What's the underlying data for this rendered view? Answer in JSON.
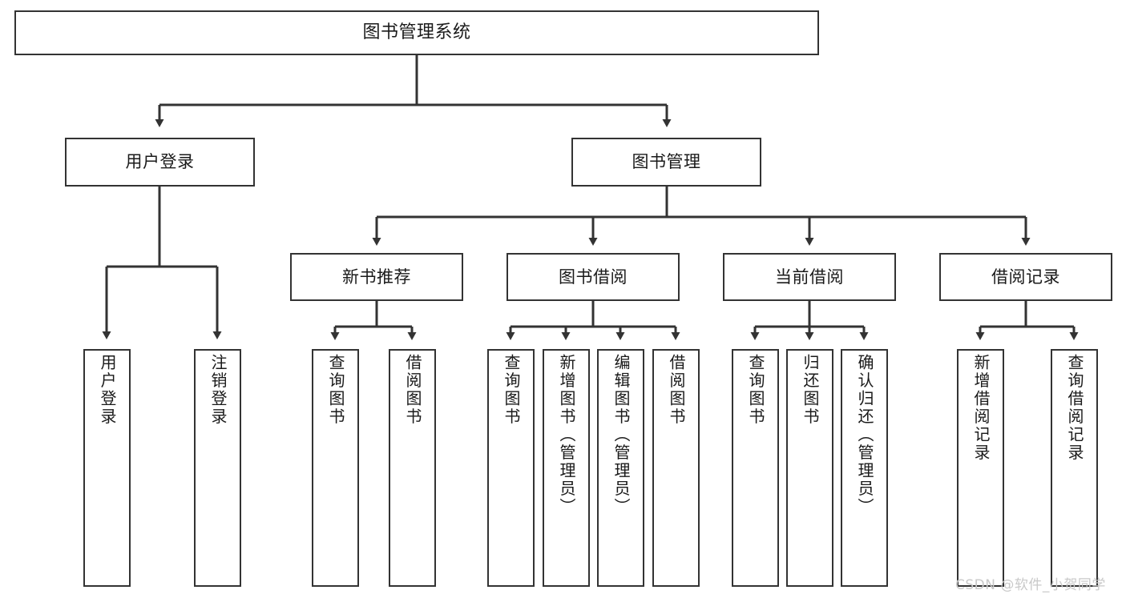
{
  "diagram": {
    "title": "图书管理系统",
    "type": "tree-hierarchy-diagram",
    "colors": {
      "stroke": "#333333",
      "fill": "#ffffff",
      "text": "#1a1a1a",
      "watermark": "#c9c9c9"
    },
    "root": {
      "id": "root",
      "label": "图书管理系统"
    },
    "level2": [
      {
        "id": "user-login",
        "label": "用户登录"
      },
      {
        "id": "book-manage",
        "label": "图书管理"
      }
    ],
    "level3": [
      {
        "id": "new-book-recommend",
        "label": "新书推荐"
      },
      {
        "id": "book-borrow",
        "label": "图书借阅"
      },
      {
        "id": "current-borrow",
        "label": "当前借阅"
      },
      {
        "id": "borrow-record",
        "label": "借阅记录"
      }
    ],
    "leaves": {
      "user_login": [
        {
          "id": "leaf-user-login",
          "label": "用户登录"
        },
        {
          "id": "leaf-logout-login",
          "label": "注销登录"
        }
      ],
      "new_book_recommend": [
        {
          "id": "leaf-query-book-1",
          "label": "查询图书"
        },
        {
          "id": "leaf-borrow-book-1",
          "label": "借阅图书"
        }
      ],
      "book_borrow": [
        {
          "id": "leaf-query-book-2",
          "label": "查询图书"
        },
        {
          "id": "leaf-add-book-admin",
          "label": "新增图书（管理员）"
        },
        {
          "id": "leaf-edit-book-admin",
          "label": "编辑图书（管理员）"
        },
        {
          "id": "leaf-borrow-book-2",
          "label": "借阅图书"
        }
      ],
      "current_borrow": [
        {
          "id": "leaf-query-book-3",
          "label": "查询图书"
        },
        {
          "id": "leaf-return-book",
          "label": "归还图书"
        },
        {
          "id": "leaf-confirm-return-admin",
          "label": "确认归还（管理员）"
        }
      ],
      "borrow_record": [
        {
          "id": "leaf-add-borrow-record",
          "label": "新增借阅记录"
        },
        {
          "id": "leaf-query-borrow-record",
          "label": "查询借阅记录"
        }
      ]
    },
    "watermark": "CSDN @软件_小贺同学"
  }
}
